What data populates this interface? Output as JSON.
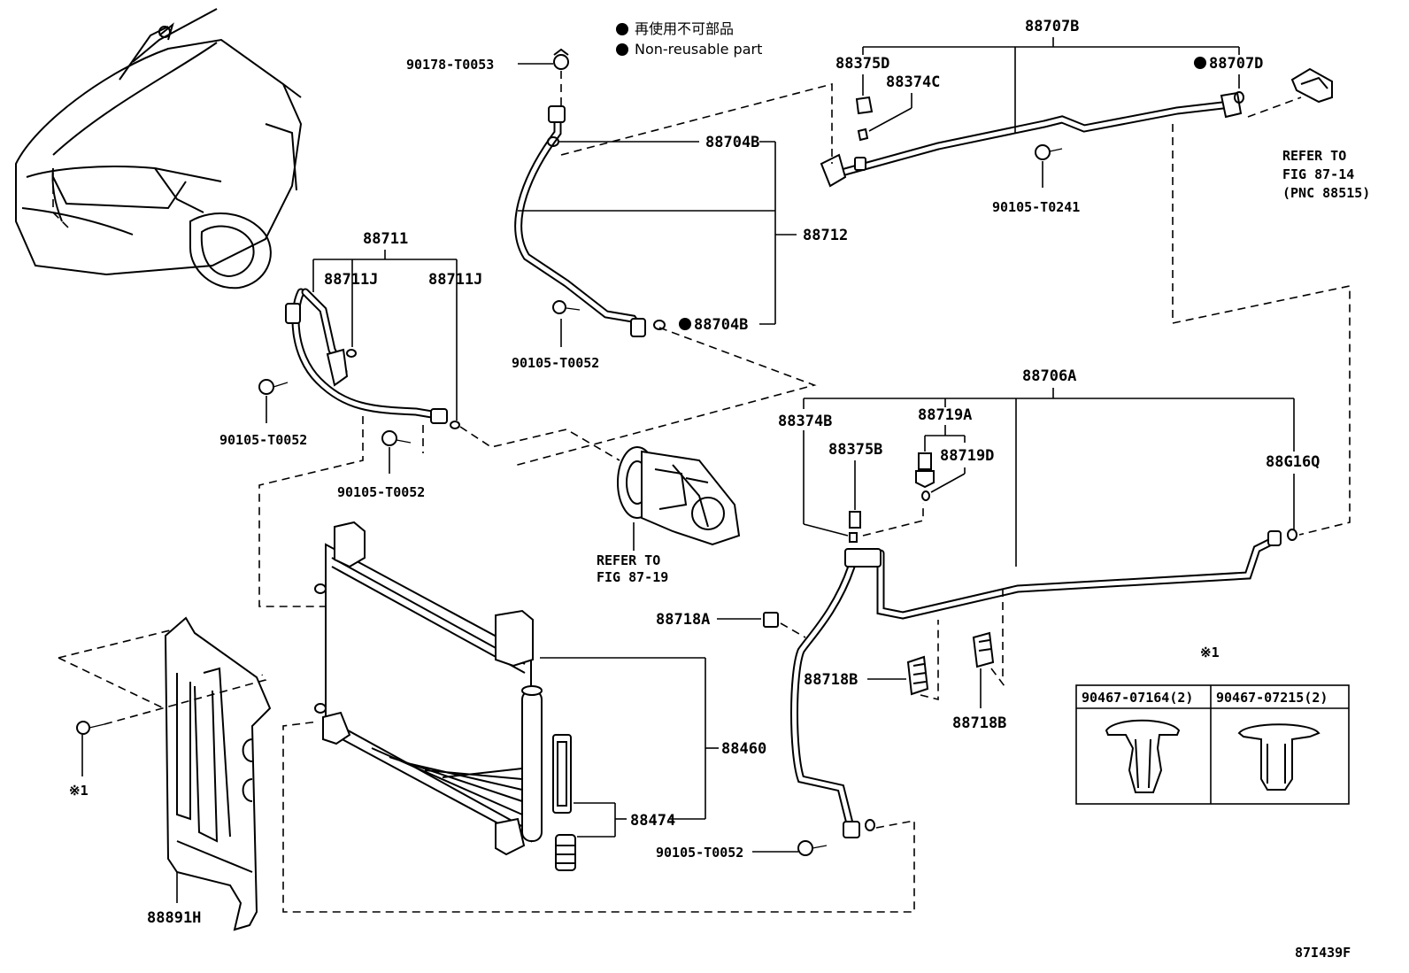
{
  "legend": {
    "non_reusable_jp": "再使用不可部品",
    "non_reusable_en": "Non-reusable part"
  },
  "parts": {
    "p90178_T0053": "90178-T0053",
    "p88704B_top": "88704B",
    "p88704B_bottom": "88704B",
    "p88712": "88712",
    "p90105_T0052_a": "90105-T0052",
    "p88711": "88711",
    "p88711J_a": "88711J",
    "p88711J_b": "88711J",
    "p90105_T0052_b": "90105-T0052",
    "p90105_T0052_c": "90105-T0052",
    "p88707B": "88707B",
    "p88375D": "88375D",
    "p88374C": "88374C",
    "p88707D": "88707D",
    "p90105_T0241": "90105-T0241",
    "p88706A": "88706A",
    "p88374B": "88374B",
    "p88719A": "88719A",
    "p88375B": "88375B",
    "p88719D": "88719D",
    "p88G16Q": "88G16Q",
    "p88718A": "88718A",
    "p88718B_a": "88718B",
    "p88718B_b": "88718B",
    "p88460": "88460",
    "p88474": "88474",
    "p90105_T0052_d": "90105-T0052",
    "p88891H": "88891H",
    "mark1": "※1"
  },
  "refs": {
    "compressor_line1": "REFER TO",
    "compressor_line2": "FIG 87-19",
    "hose_line1": "REFER TO",
    "hose_line2": "FIG 87-14",
    "hose_line3": "(PNC 88515)"
  },
  "clip_table": {
    "mark": "※1",
    "col1": "90467-07164(2)",
    "col2": "90467-07215(2)"
  },
  "figure_id": "87I439F"
}
